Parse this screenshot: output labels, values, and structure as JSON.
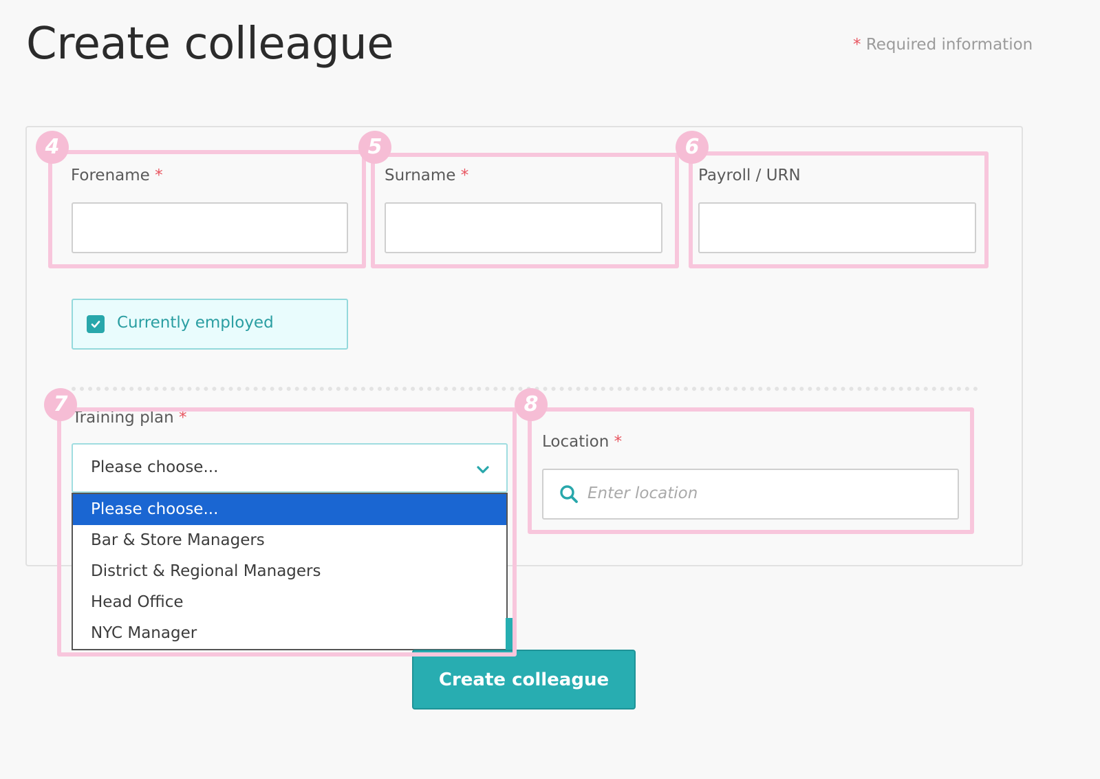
{
  "header": {
    "title": "Create colleague",
    "required_star": "*",
    "required_note": "Required information"
  },
  "fields": {
    "forename": {
      "label": "Forename",
      "star": "*",
      "value": ""
    },
    "surname": {
      "label": "Surname",
      "star": "*",
      "value": ""
    },
    "payroll": {
      "label": "Payroll / URN",
      "value": ""
    },
    "currently_employed": {
      "label": "Currently employed",
      "checked": true
    },
    "training_plan": {
      "label": "Training plan",
      "star": "*",
      "selected": "Please choose...",
      "options": [
        "Please choose...",
        "Bar & Store Managers",
        "District & Regional Managers",
        "Head Office",
        "NYC Manager"
      ]
    },
    "location": {
      "label": "Location",
      "star": "*",
      "placeholder": "Enter location"
    }
  },
  "annotations": [
    "4",
    "5",
    "6",
    "7",
    "8"
  ],
  "actions": {
    "submit_label": "Create colleague"
  },
  "colors": {
    "accent": "#28adb1",
    "required": "#e8545f",
    "annotation": "#f8c6dc",
    "dropdown_selected": "#1a66d2"
  },
  "icons": {
    "checkbox": "check-icon",
    "select": "chevron-down-icon",
    "location": "search-icon"
  }
}
